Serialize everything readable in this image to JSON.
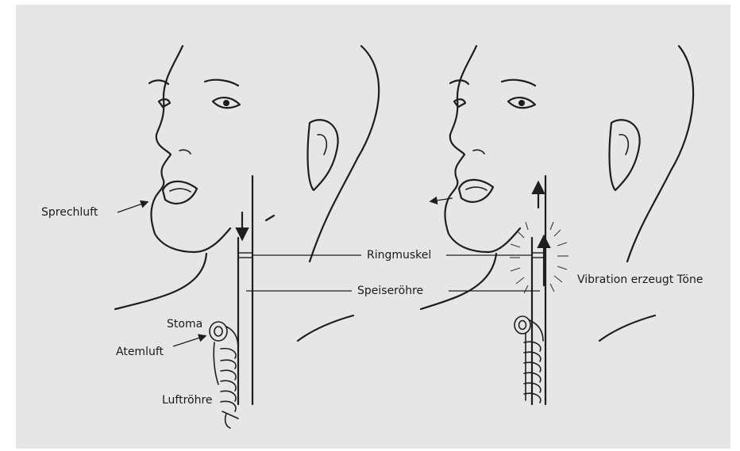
{
  "labels": {
    "sprechluft": "Sprechluft",
    "ringmuskel": "Ringmuskel",
    "speiseroehre": "Speiseröhre",
    "vibration": "Vibration erzeugt Töne",
    "stoma": "Stoma",
    "atemluft": "Atemluft",
    "luftroehre": "Luftröhre"
  },
  "colors": {
    "background": "#e6e6e6",
    "ink": "#1e1e1e"
  }
}
